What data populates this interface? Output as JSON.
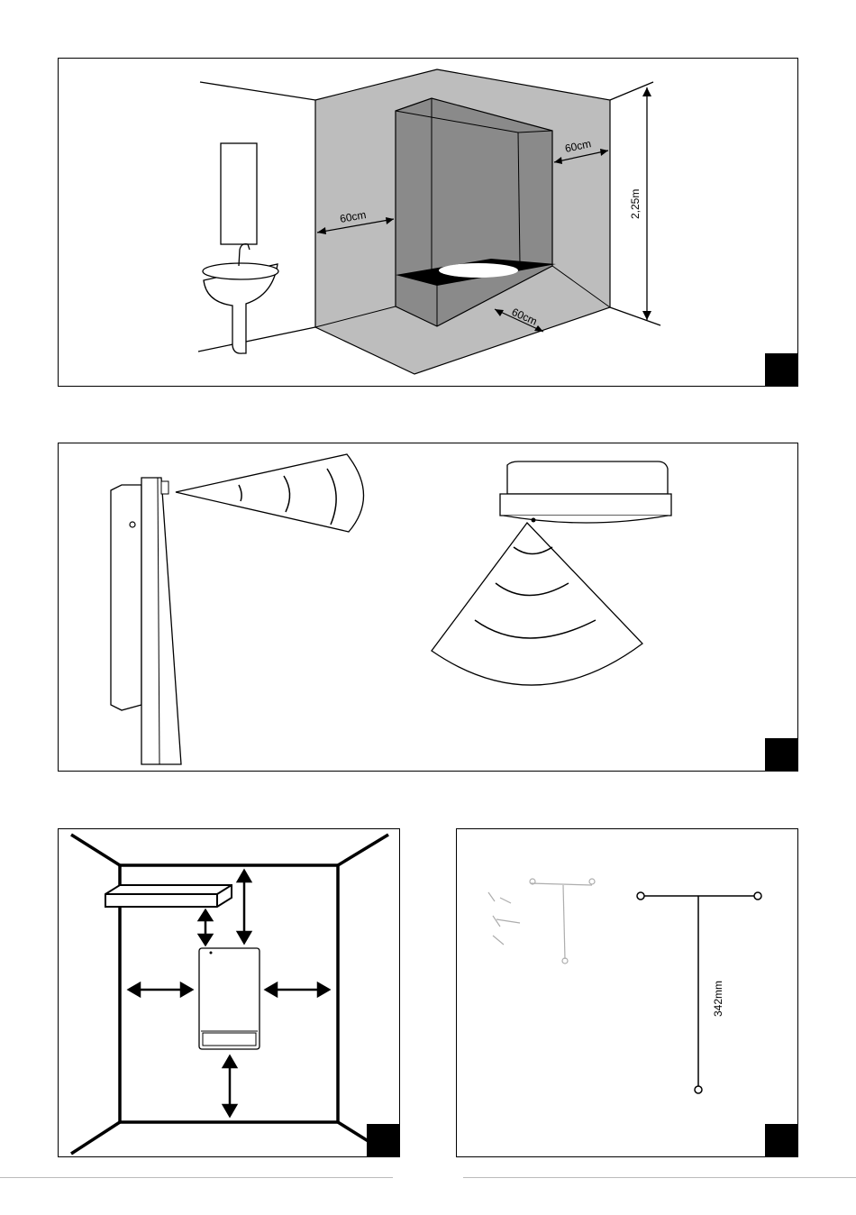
{
  "panel_1": {
    "dimensions": {
      "left_clearance": "60cm",
      "right_clearance": "60cm",
      "front_clearance": "60cm",
      "height": "2,25m"
    }
  },
  "panel_4": {
    "dimensions": {
      "bracket_length": "342mm"
    }
  },
  "icons": {
    "panel_marker": "black-square-icon"
  }
}
